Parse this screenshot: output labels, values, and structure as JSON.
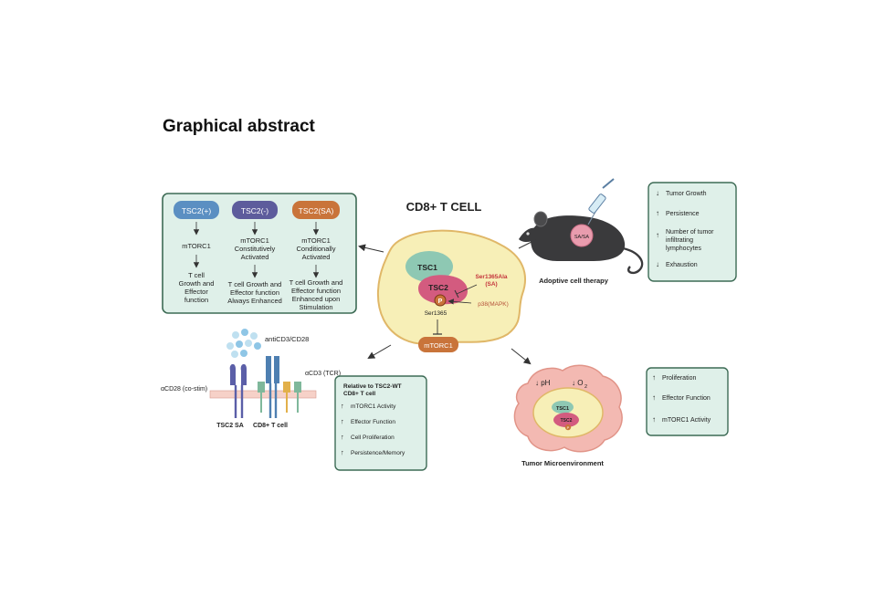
{
  "title": "Graphical abstract",
  "left_panel": {
    "columns": [
      {
        "tag": "TSC2(+)",
        "color": "#5b8fc2",
        "lines": [
          "mTORC1"
        ],
        "outcome": [
          "T cell",
          "Growth and",
          "Effector",
          "function"
        ]
      },
      {
        "tag": "TSC2(-)",
        "color": "#5d5c9c",
        "lines": [
          "mTORC1",
          "Constitutively",
          "Activated"
        ],
        "outcome": [
          "T cell Growth and",
          "Effector function",
          "Always Enhanced"
        ]
      },
      {
        "tag": "TSC2(SA)",
        "color": "#c9743a",
        "lines": [
          "mTORC1",
          "Conditionally",
          "Activated"
        ],
        "outcome": [
          "T cell Growth and",
          "Effector function",
          "Enhanced upon",
          "Stimulation"
        ]
      }
    ]
  },
  "cell": {
    "title": "CD8+ T CELL",
    "tsc1": "TSC1",
    "tsc2": "TSC2",
    "phospho": "P",
    "ser_label": "Ser1365",
    "mutant_line1": "Ser1365Ala",
    "mutant_line2": "(SA)",
    "kinase": "p38(MAPK)",
    "mtorc1": "mTORC1"
  },
  "mouse": {
    "tumor_label": "SA/SA",
    "caption": "Adoptive cell therapy"
  },
  "therapy_box": {
    "items": [
      {
        "arrow": "↓",
        "text": [
          "Tumor Growth"
        ]
      },
      {
        "arrow": "↑",
        "text": [
          "Persistence"
        ]
      },
      {
        "arrow": "↑",
        "text": [
          "Number of tumor",
          "infiltrating",
          "lymphocytes"
        ]
      },
      {
        "arrow": "↓",
        "text": [
          "Exhaustion"
        ]
      }
    ]
  },
  "receptor": {
    "beads": "antiCD3/CD28",
    "cd3": "αCD3 (TCR)",
    "cd28": "αCD28 (co-stim)",
    "caption1": "TSC2 SA",
    "caption2": "CD8+ T cell"
  },
  "relative_box": {
    "header1": "Relative to TSC2-WT",
    "header2": "CD8+ T cell",
    "items": [
      {
        "arrow": "↑",
        "text": "mTORC1 Activity"
      },
      {
        "arrow": "↑",
        "text": "Effector Function"
      },
      {
        "arrow": "↑",
        "text": "Cell Proliferation"
      },
      {
        "arrow": "↑",
        "text": "Persistence/Memory"
      }
    ]
  },
  "tme": {
    "ph": "↓ pH",
    "o2": "↓ O",
    "o2_sub": "2",
    "tsc1": "TSC1",
    "tsc2": "TSC2",
    "p": "P",
    "caption": "Tumor Microenvironment"
  },
  "tme_box": {
    "items": [
      {
        "arrow": "↑",
        "text": "Proliferation"
      },
      {
        "arrow": "↑",
        "text": "Effector Function"
      },
      {
        "arrow": "↑",
        "text": "mTORC1 Activity"
      }
    ]
  }
}
